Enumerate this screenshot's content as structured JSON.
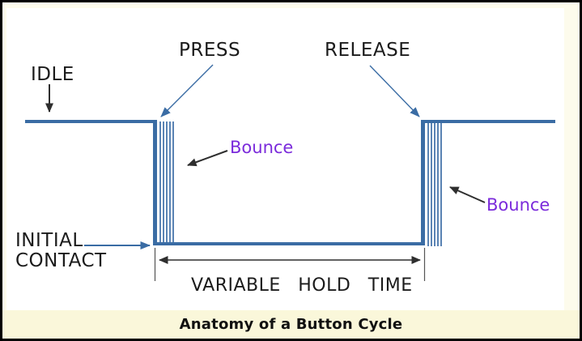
{
  "title_bar": {
    "title": "Anatomy of a Button Cycle"
  },
  "labels": {
    "idle": "IDLE",
    "press": "PRESS",
    "release": "RELEASE",
    "bounce_left": "Bounce",
    "bounce_right": "Bounce",
    "initial_contact": "INITIAL\nCONTACT",
    "hold_time": "VARIABLE HOLD TIME"
  },
  "colors": {
    "signal_blue": "#3A6CA4",
    "bounce_line_blue": "#5B84B4",
    "bounce_text_purple": "#7B2BDB",
    "label_text": "#1B1B1B",
    "page_cream": "#FDFBEC",
    "title_bar_cream": "#FAF7DA",
    "diagram_white": "#FFFFFF",
    "border_black": "#000000",
    "dimension_dark": "#2E2E2E"
  }
}
